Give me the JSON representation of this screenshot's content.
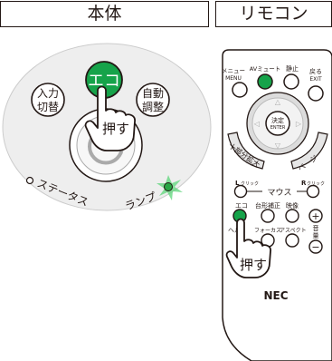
{
  "labels": {
    "body": "本体",
    "remote": "リモコン"
  },
  "main_unit": {
    "eco_button": "エコ",
    "input_switch": [
      "入力",
      "切替"
    ],
    "auto_adjust": [
      "自動",
      "調整"
    ],
    "push_label": "押す",
    "status_label": "ステータス",
    "lamp_label": "ランプ"
  },
  "remote": {
    "top_labels": {
      "menu": [
        "メニュー",
        "MENU"
      ],
      "av_mute": "AVミュート",
      "freeze": "静止",
      "back": [
        "戻る",
        "EXIT"
      ]
    },
    "enter_label": [
      "決定",
      "ENTER"
    ],
    "zoom_in_label": "十部分拡大",
    "page_label": "ページ",
    "mouse_row": {
      "left": "クリック",
      "center": "マウス",
      "right": "クリック"
    },
    "func_row1": {
      "eco": "エコ",
      "keystone": "台形補正",
      "image": "映像"
    },
    "func_row2": {
      "help": "ヘル",
      "focus": "フォーカス",
      "aspect": "アスペクト"
    },
    "volume_label": [
      "音",
      "量"
    ],
    "push_label": "押す",
    "brand": "NEC"
  },
  "colors": {
    "eco_green": "#16a34a",
    "lamp_green": "#28a745",
    "line": "#231815"
  }
}
